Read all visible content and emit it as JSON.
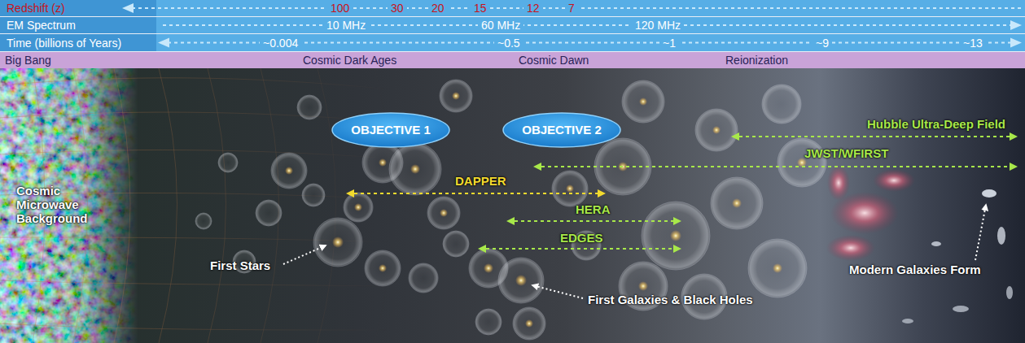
{
  "diagram": {
    "nodes": [
      {
        "text": [
          "Redshift (z)",
          "100",
          "30",
          "20",
          "15",
          "12",
          "7"
        ]
      },
      {
        "text": [
          "EM Spectrum",
          "10 MHz",
          "60 MHz",
          "120 MHz"
        ]
      },
      {
        "text": [
          "Time (billions of Years)",
          "~0.004",
          "~0.5",
          "~1",
          "~9",
          "~13"
        ]
      },
      {
        "text": [
          "Big Bang",
          "Cosmic Dark Ages",
          "Cosmic Dawn",
          "Reionization"
        ]
      },
      {
        "text": [
          "OBJECTIVE 1"
        ]
      },
      {
        "text": [
          "OBJECTIVE 2"
        ]
      }
    ],
    "labels": [
      "Hubble Ultra-Deep Field",
      "JWST/WFIRST",
      "DAPPER",
      "HERA",
      "EDGES",
      "Cosmic Microwave Background",
      "First Stars",
      "First Galaxies & Black Holes",
      "Modern Galaxies Form"
    ]
  }
}
